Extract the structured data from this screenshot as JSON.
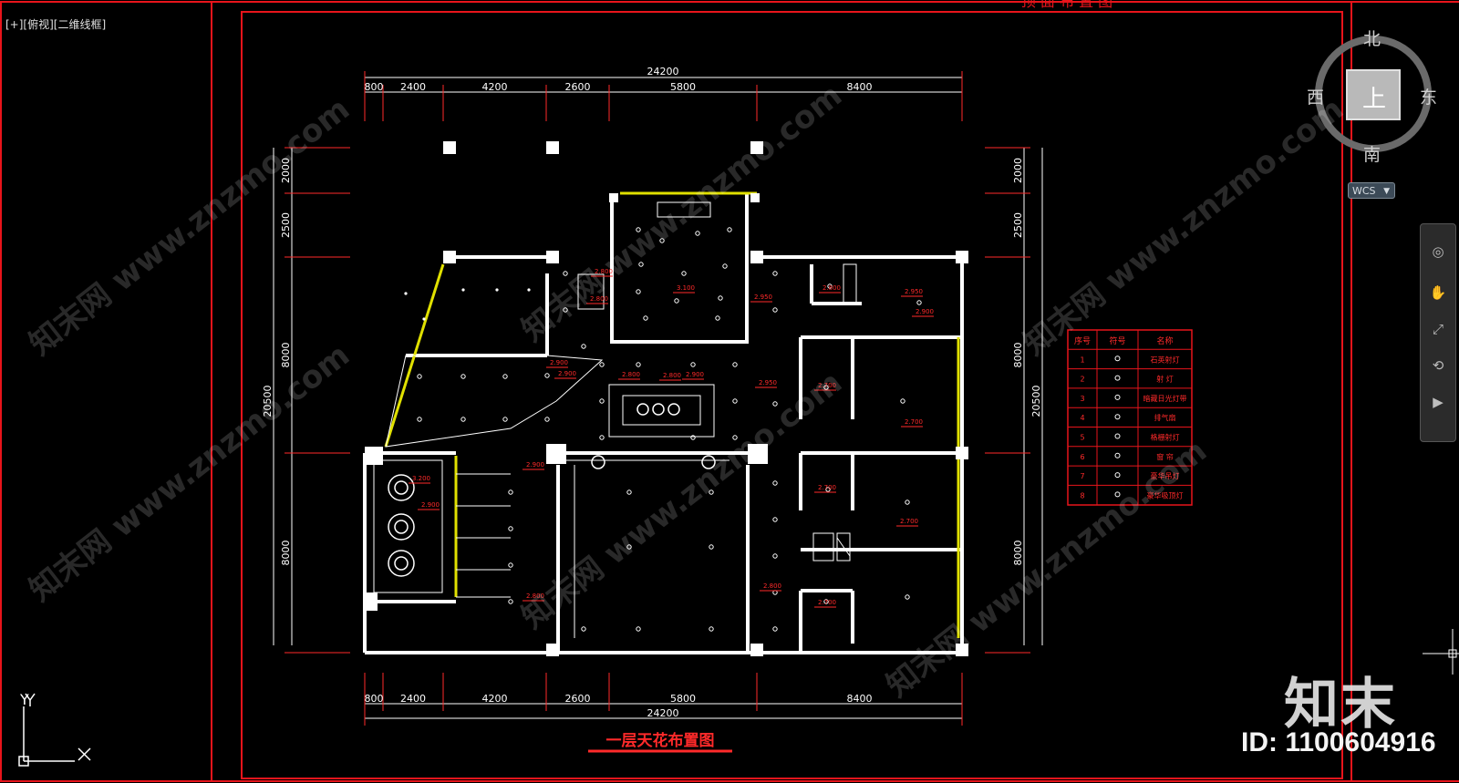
{
  "viewport": {
    "label": "[+][俯视][二维线框]"
  },
  "top_title": "顶 面 布 置 图",
  "drawing": {
    "title": "一层天花布置图",
    "total_width": "24200",
    "top_segments": [
      "800",
      "2400",
      "4200",
      "2600",
      "5800",
      "8400"
    ],
    "bottom_segments": [
      "800",
      "2400",
      "4200",
      "2600",
      "5800",
      "8400"
    ],
    "left_total": "20500",
    "left_segments": [
      "2000",
      "2500",
      "8000",
      "8000"
    ],
    "right_total": "20500",
    "right_segments": [
      "2000",
      "2500",
      "8000",
      "8000"
    ],
    "elevations": [
      "2.900",
      "2.800",
      "2.800",
      "2.950",
      "2.950",
      "3.100",
      "3.200",
      "2.900",
      "2.900",
      "2.800",
      "2.800",
      "2.900",
      "2.700",
      "2.700",
      "2.700",
      "2.700",
      "2.700",
      "2.800",
      "2.800",
      "2.800",
      "2.900",
      "2.950",
      "2.900"
    ]
  },
  "legend": {
    "headers": [
      "序号",
      "符号",
      "名称"
    ],
    "rows": [
      {
        "no": "1",
        "name": "石英射灯"
      },
      {
        "no": "2",
        "name": "射 灯"
      },
      {
        "no": "3",
        "name": "暗藏日光灯带"
      },
      {
        "no": "4",
        "name": "排气扇"
      },
      {
        "no": "5",
        "name": "格栅射灯"
      },
      {
        "no": "6",
        "name": "窗 帘"
      },
      {
        "no": "7",
        "name": "豪华吊灯"
      },
      {
        "no": "8",
        "name": "豪华吸顶灯"
      }
    ]
  },
  "viewcube": {
    "north": "北",
    "south": "南",
    "east": "东",
    "west": "西",
    "top": "上",
    "wcs": "WCS"
  },
  "ucs": {
    "x": "X",
    "y": "Y"
  },
  "watermark": {
    "logo": "知末",
    "id": "ID: 1100604916",
    "text": "知末网 www.znzmo.com"
  },
  "colors": {
    "background": "#000000",
    "frame": "#e8141b",
    "walls": "#ffffff",
    "glass": "#e0e000",
    "text": "#ffffff",
    "elev": "#ff2a2a"
  }
}
